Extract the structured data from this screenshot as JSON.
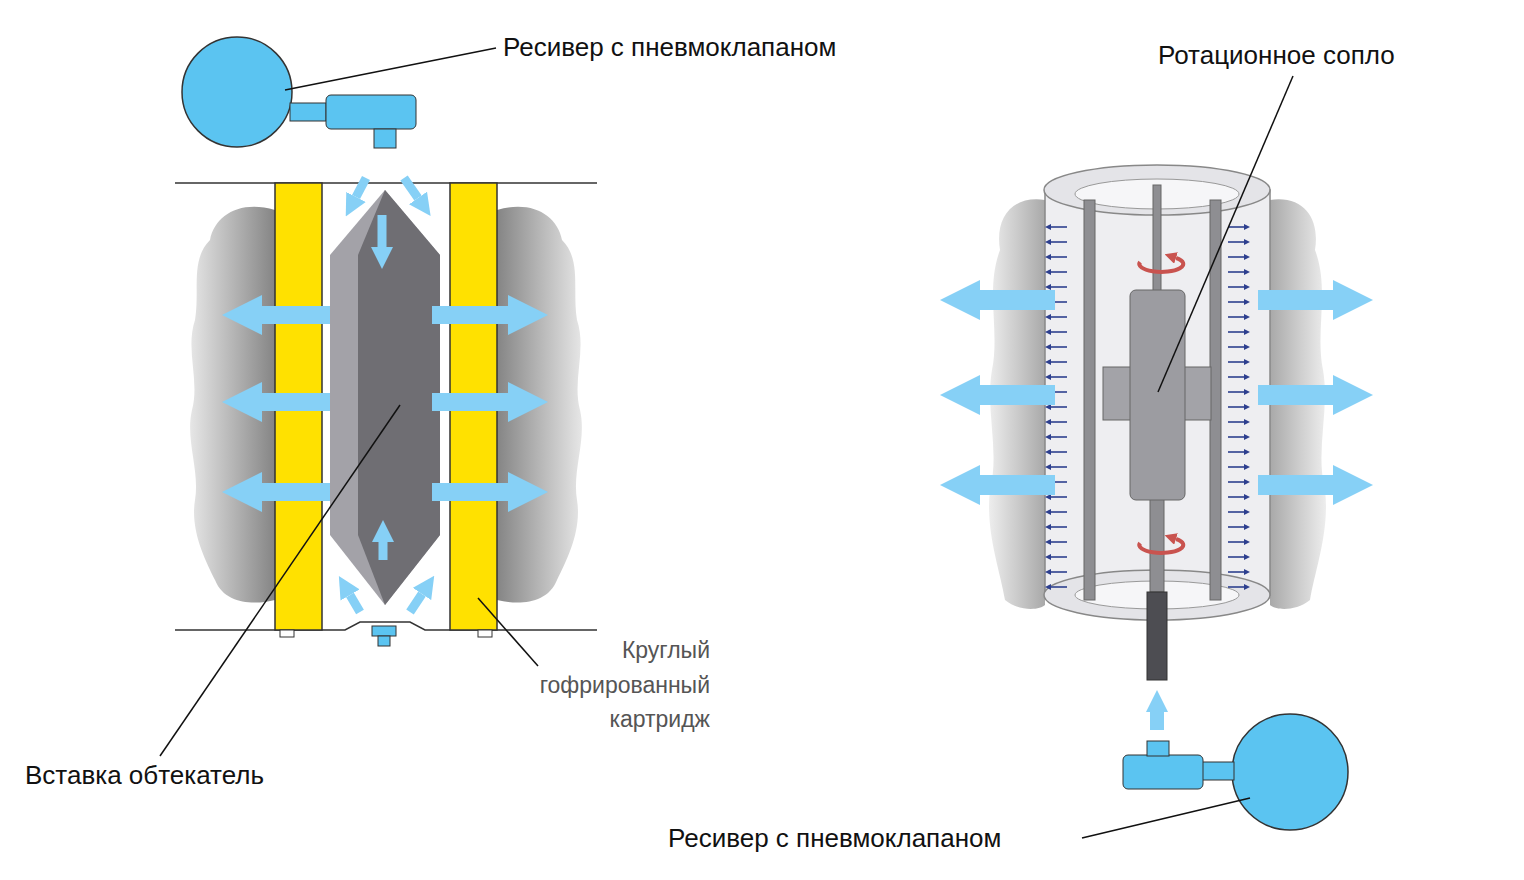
{
  "diagram": {
    "labels": [
      "Ресивер с пневмоклапаном",
      "Ротационное сопло",
      "Круглый гофрированный картридж",
      "Вставка обтекатель",
      "Ресивер с пневмоклапаном"
    ]
  }
}
